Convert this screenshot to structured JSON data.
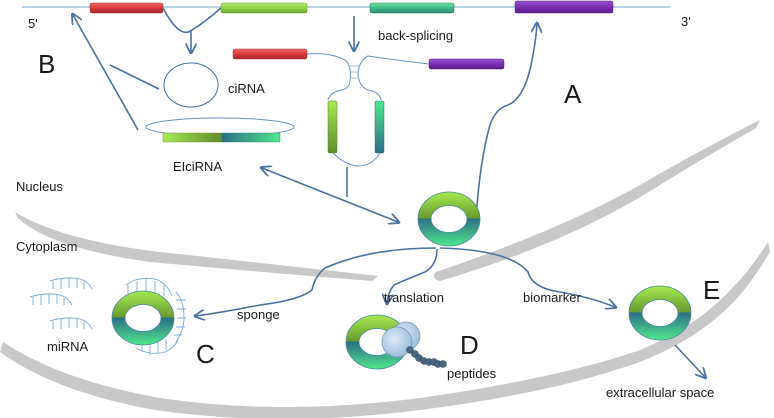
{
  "diagram": {
    "strand": {
      "five_prime": "5'",
      "three_prime": "3'"
    },
    "exons": [
      {
        "id": "exon-1",
        "color": "#d9383c"
      },
      {
        "id": "exon-2",
        "color": "#8dd442"
      },
      {
        "id": "exon-3",
        "color": "#3fb98a"
      },
      {
        "id": "exon-4",
        "color": "#7a2fb3"
      }
    ],
    "labels": {
      "back_splicing": "back-splicing",
      "ciRNA": "ciRNA",
      "EIciRNA": "EIciRNA",
      "nucleus": "Nucleus",
      "cytoplasm": "Cytoplasm",
      "sponge": "sponge",
      "translation": "translation",
      "biomarker": "biomarker",
      "miRNA": "miRNA",
      "peptides": "peptides",
      "extracellular_space": "extracellular space"
    },
    "panel_letters": {
      "A": "A",
      "B": "B",
      "C": "C",
      "D": "D",
      "E": "E"
    },
    "colors": {
      "arrow": "#4a72a0",
      "strand": "#8fb4dc",
      "membrane": "#c8c8c8",
      "ring_top": "#9be04a",
      "ring_mid_top": "#6a9a2e",
      "ring_mid_bottom": "#2d7a86",
      "ring_bottom": "#4de38a",
      "ribosome": "#bcd6ee",
      "peptide": "#4a6580"
    }
  }
}
